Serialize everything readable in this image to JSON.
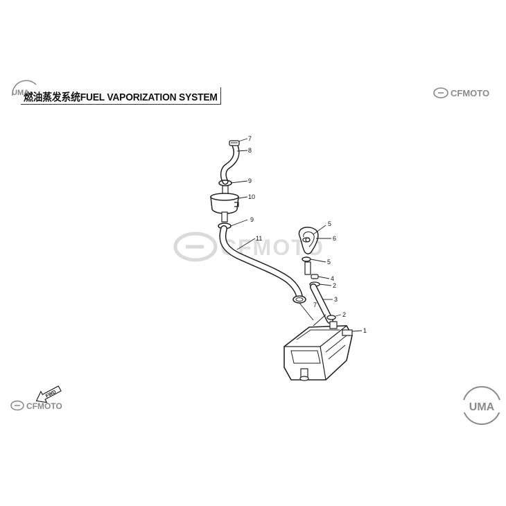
{
  "title": "燃油蒸发系统FUEL VAPORIZATION SYSTEM",
  "logos": {
    "brand_top_right": "CFMOTO",
    "brand_bottom_left": "CFMOTO",
    "watermark_center": "CFMOTO",
    "brand_bottom_right": "UMA",
    "brand_top_left": "UMA"
  },
  "direction_label": "FWD",
  "callouts": {
    "c1": "1",
    "c2a": "2",
    "c2b": "2",
    "c3": "3",
    "c4": "4",
    "c5a": "5",
    "c5b": "5",
    "c6": "6",
    "c7a": "7",
    "c7b": "7",
    "c8": "8",
    "c9a": "9",
    "c9b": "9",
    "c10": "10",
    "c11": "11"
  },
  "colors": {
    "line": "#222222",
    "watermark": "#c8c8c8",
    "logo_gray": "#8a8a8a"
  }
}
